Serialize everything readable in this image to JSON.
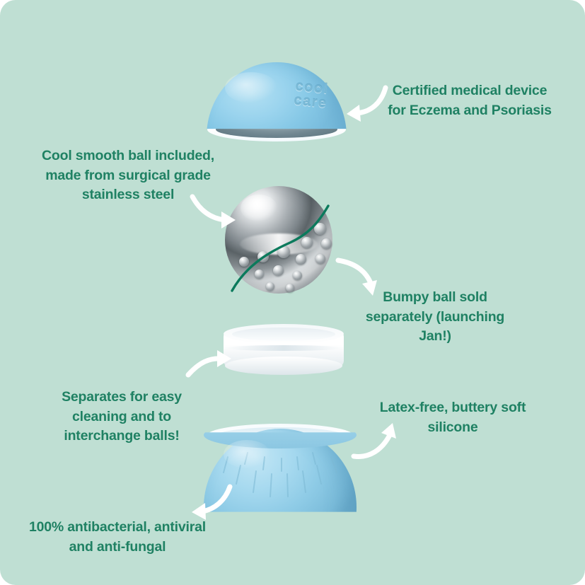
{
  "card": {
    "background_color": "#bfdfd3",
    "text_color": "#1f8163",
    "arrow_color": "#ffffff"
  },
  "product": {
    "brand_emboss": "cool\ncare",
    "dome_color": "#9bd4ee",
    "bowl_color": "#a6d9ef",
    "ring_color": "#ffffff",
    "ball_color": "#aab0b4",
    "divider_color": "#0b7a5c"
  },
  "labels": {
    "certified": "Certified medical device\nfor Eczema and Psoriasis",
    "cool_ball": "Cool smooth ball included,\nmade from surgical grade\nstainless steel",
    "bumpy_ball": "Bumpy ball sold\nseparately (launching\nJan!)",
    "separates": "Separates for easy\ncleaning and to\ninterchange balls!",
    "latex_free": "Latex-free, buttery soft\nsilicone",
    "antibacterial": "100% antibacterial, antiviral\nand anti-fungal"
  },
  "arrows": [
    {
      "name": "arrow-to-dome",
      "direction": "down-left"
    },
    {
      "name": "arrow-to-smooth-ball",
      "direction": "right"
    },
    {
      "name": "arrow-to-bumpy-ball",
      "direction": "down-right"
    },
    {
      "name": "arrow-to-ring",
      "direction": "right"
    },
    {
      "name": "arrow-to-bowl-right",
      "direction": "up-right"
    },
    {
      "name": "arrow-to-bowl-bottom",
      "direction": "down-left"
    }
  ]
}
